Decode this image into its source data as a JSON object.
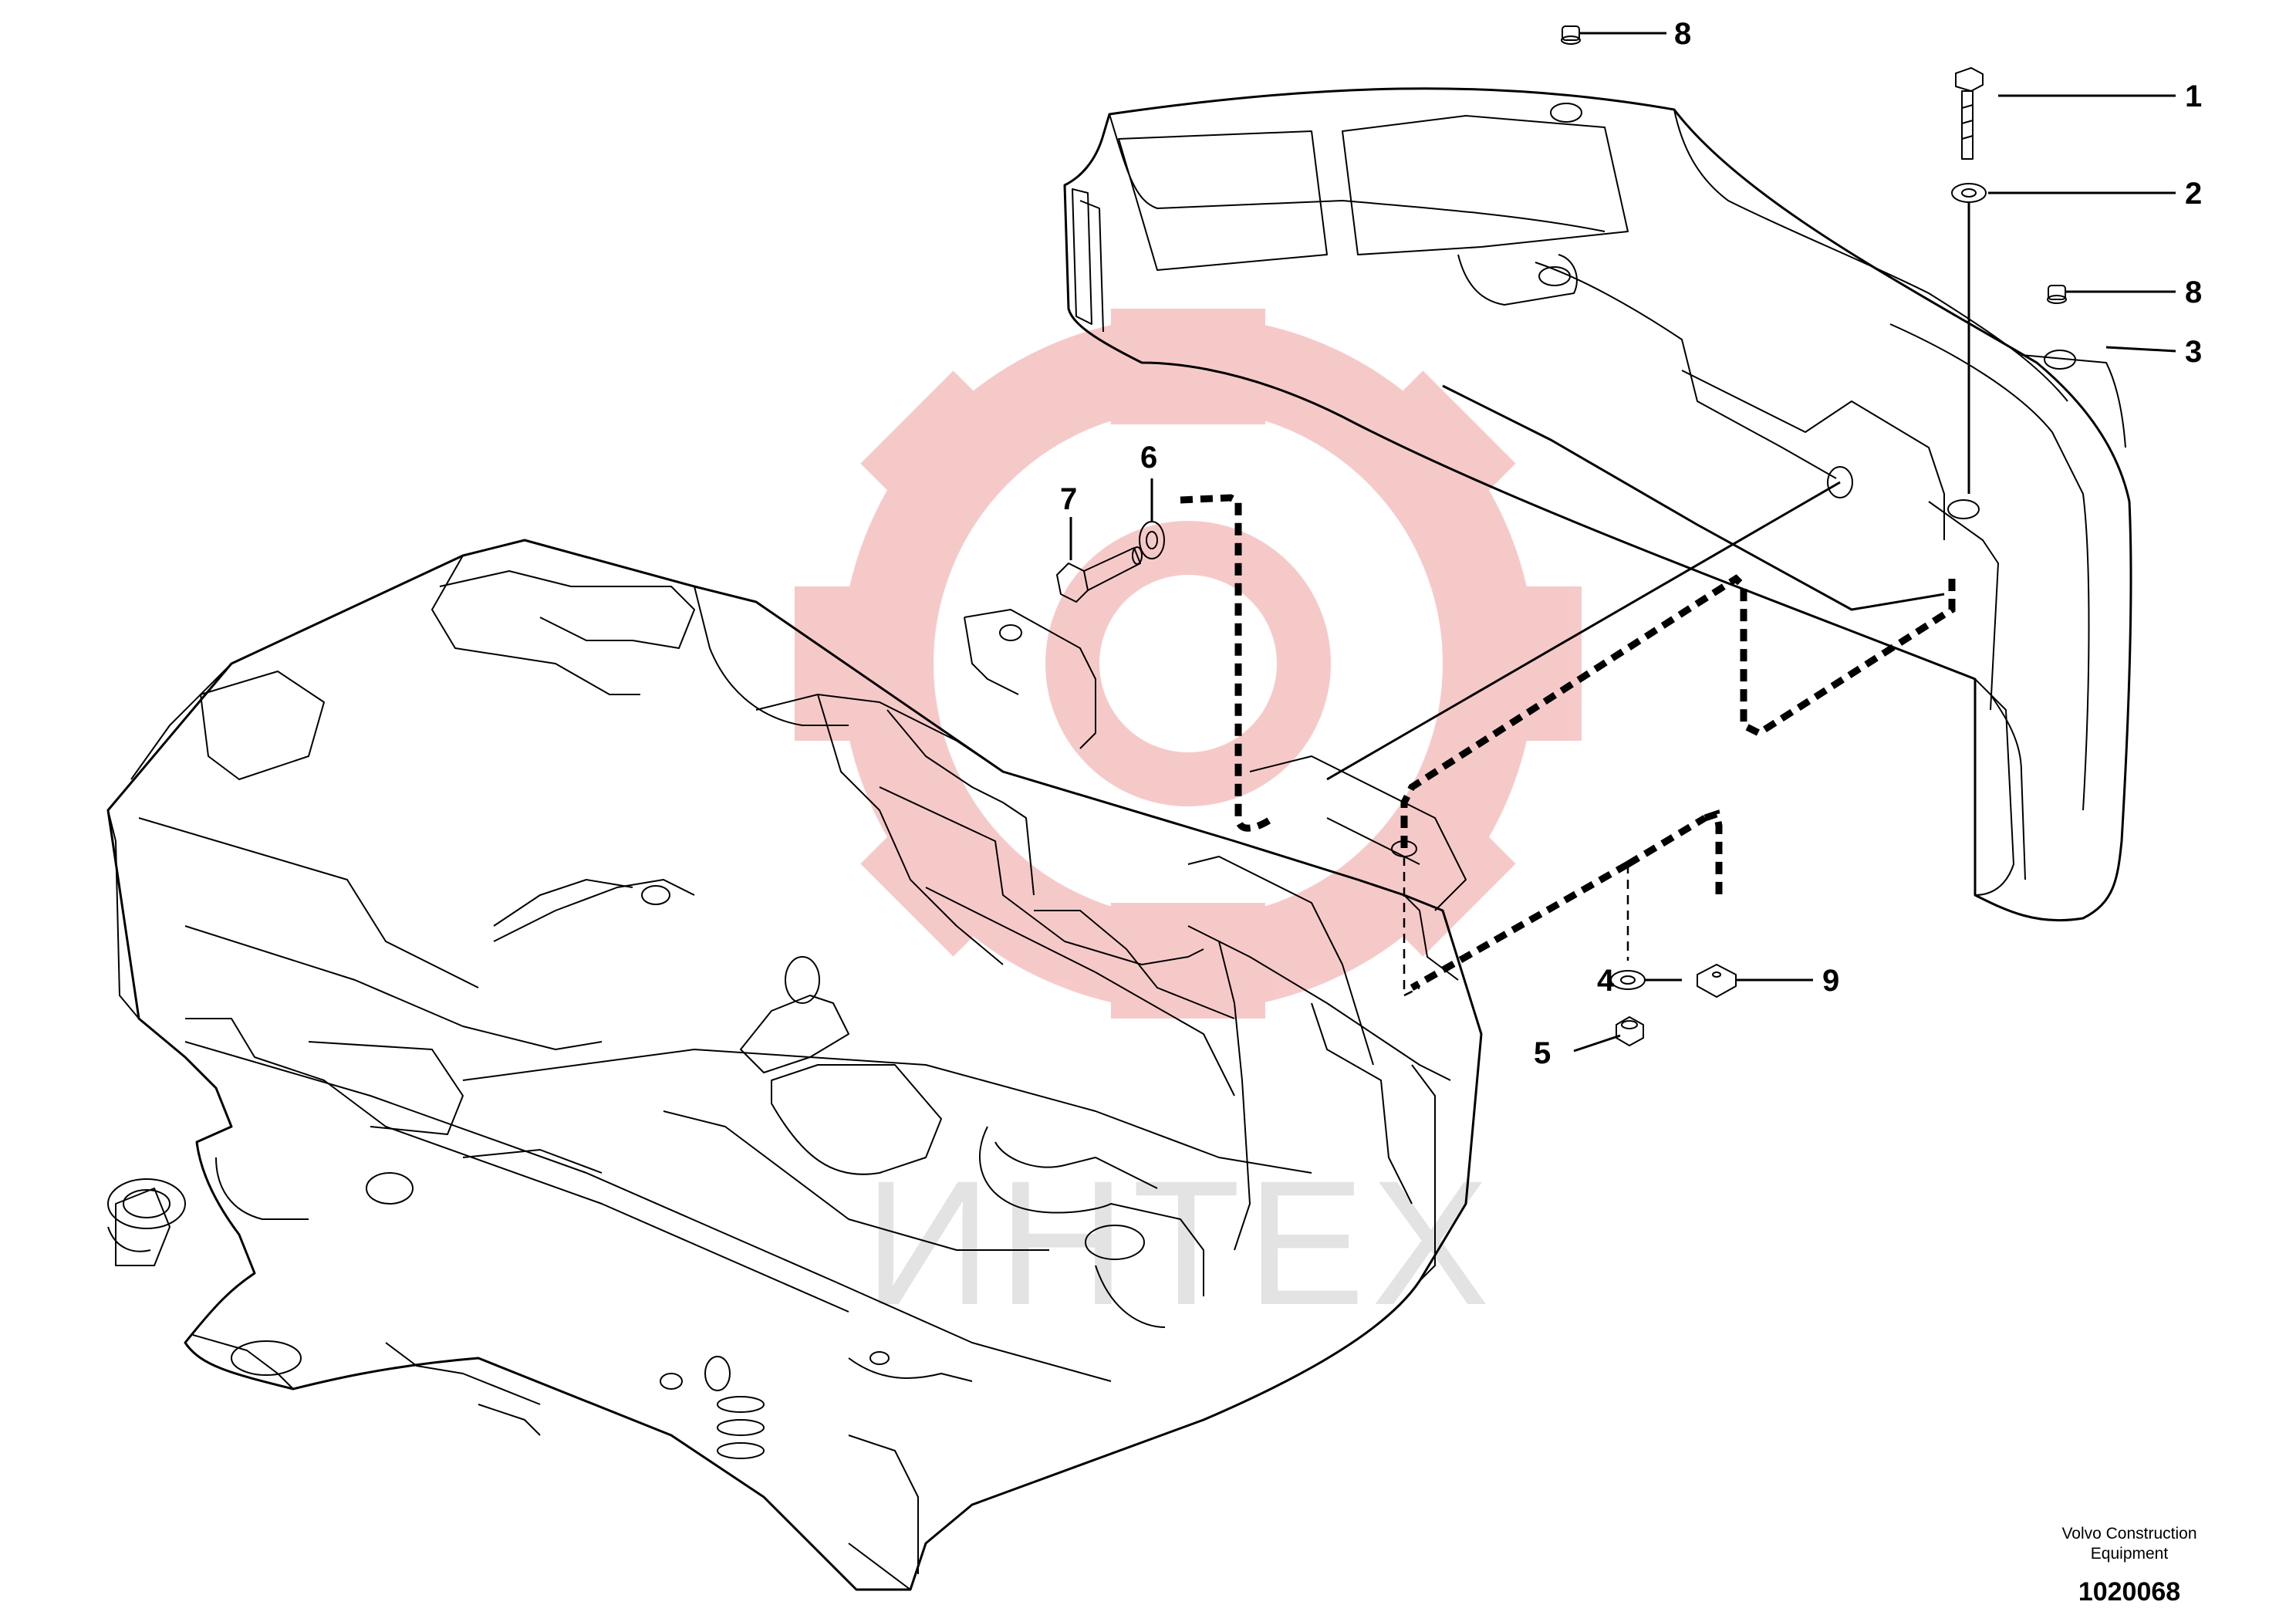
{
  "callouts": [
    "1",
    "2",
    "3",
    "4",
    "5",
    "6",
    "7",
    "8",
    "8",
    "9"
  ],
  "caption": {
    "line1": "Volvo Construction",
    "line2": "Equipment",
    "drawing_number": "1020068"
  },
  "watermark": {
    "text": "ИНТЕХ",
    "gear_color": "#f6c4c4",
    "text_color": "#e3e3e3"
  }
}
